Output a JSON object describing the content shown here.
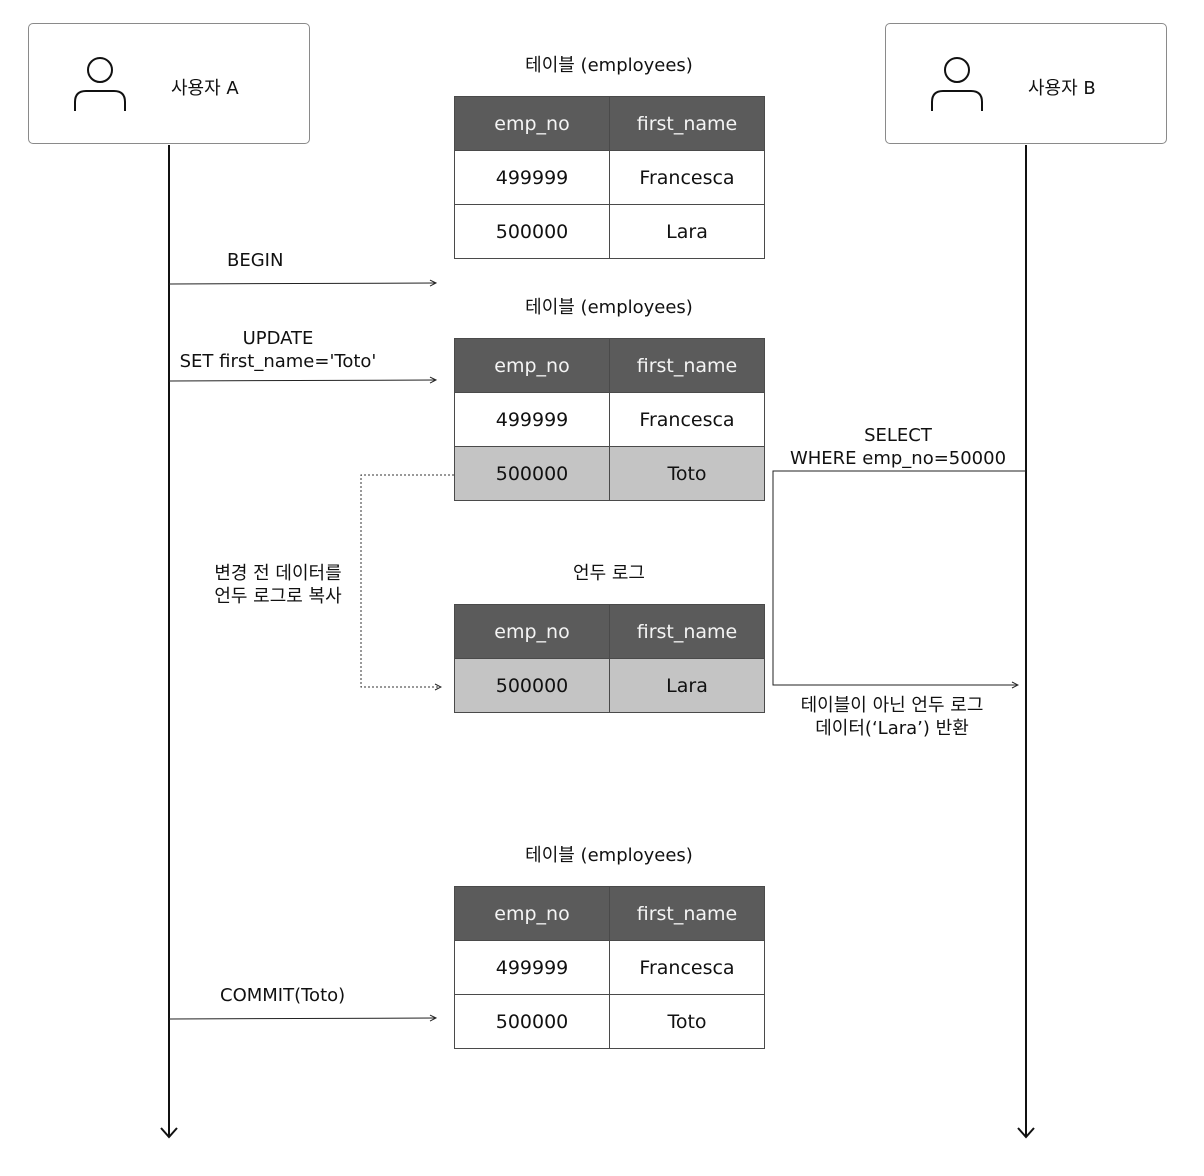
{
  "actors": {
    "a": "사용자 A",
    "b": "사용자 B"
  },
  "table_columns": [
    "emp_no",
    "first_name"
  ],
  "table_initial": {
    "caption": "테이블 (employees)",
    "rows": [
      [
        "499999",
        "Francesca"
      ],
      [
        "500000",
        "Lara"
      ]
    ]
  },
  "table_updated": {
    "caption": "테이블 (employees)",
    "rows": [
      [
        "499999",
        "Francesca"
      ],
      [
        "500000",
        "Toto"
      ]
    ]
  },
  "undo_log": {
    "caption": "언두 로그",
    "rows": [
      [
        "500000",
        "Lara"
      ]
    ]
  },
  "table_committed": {
    "caption": "테이블 (employees)",
    "rows": [
      [
        "499999",
        "Francesca"
      ],
      [
        "500000",
        "Toto"
      ]
    ]
  },
  "messages": {
    "begin": "BEGIN",
    "update_line1": "UPDATE",
    "update_line2": "SET first_name='Toto'",
    "copy_line1": "변경 전 데이터를",
    "copy_line2": "언두 로그로 복사",
    "select_line1": "SELECT",
    "select_line2": "WHERE emp_no=50000",
    "result_line1": "테이블이 아닌 언두 로그",
    "result_line2": "데이터(‘Lara’) 반환",
    "commit": "COMMIT(Toto)"
  }
}
